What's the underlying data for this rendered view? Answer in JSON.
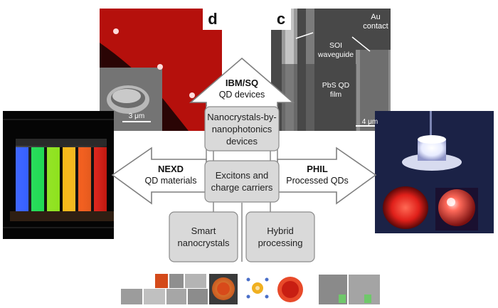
{
  "panels": {
    "d": {
      "letter": "d",
      "scale": "3 μm"
    },
    "c": {
      "letter": "c",
      "scale": "4 μm",
      "au_contact": "Au\ncontact",
      "soi_waveguide": "SOI\nwaveguide",
      "pbs_film": "PbS QD\nfilm"
    }
  },
  "arrows": {
    "top": {
      "title": "IBM/SQ",
      "subtitle": "QD devices"
    },
    "left": {
      "title": "NEXD",
      "subtitle": "QD materials"
    },
    "right": {
      "title": "PHIL",
      "subtitle": "Processed QDs"
    }
  },
  "boxes": {
    "top": "Nanocrystals-by-\nnanophotonics\ndevices",
    "center": "Excitons and\ncharge carriers",
    "bottom_left": "Smart\nnanocrystals",
    "bottom_right": "Hybrid\nprocessing"
  },
  "colors": {
    "arrow_fill": "#ffffff",
    "arrow_stroke": "#7f7f7f",
    "box_fill": "#d9d9d9",
    "box_stroke": "#8c8c8c",
    "photo_red": "#b5100c"
  }
}
